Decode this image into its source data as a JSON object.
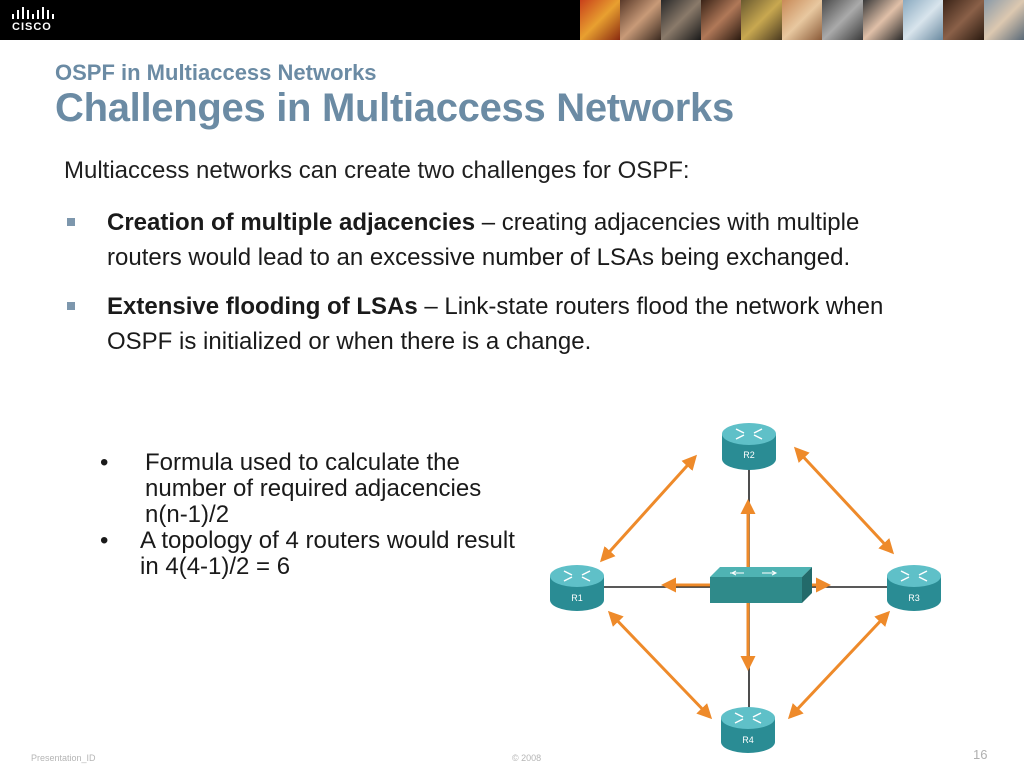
{
  "header": {
    "logo_text": "CISCO"
  },
  "slide": {
    "subtitle": "OSPF in Multiaccess Networks",
    "title": "Challenges in Multiaccess Networks",
    "intro": "Multiaccess networks can create two challenges for OSPF:",
    "bullets": [
      {
        "bold": "Creation of multiple adjacencies",
        "text": " – creating adjacencies with multiple routers would lead to an excessive number of LSAs being exchanged."
      },
      {
        "bold": "Extensive flooding of LSAs",
        "text": " – Link-state routers flood the network when OSPF is initialized or when there is a change."
      }
    ],
    "sub_bullets": [
      "Formula used to calculate the number of required adjacencies n(n-1)/2",
      "A topology of 4 routers would result in 4(4-1)/2 = 6"
    ]
  },
  "diagram": {
    "routers": [
      "R2",
      "R1",
      "R3",
      "R4"
    ],
    "colors": {
      "router": "#2a8c94",
      "switch": "#2f8a8a",
      "arrow": "#ee8a2a",
      "link": "#222222"
    }
  },
  "footer": {
    "presentation_id": "Presentation_ID",
    "copyright": "© 2008",
    "page": "16"
  }
}
